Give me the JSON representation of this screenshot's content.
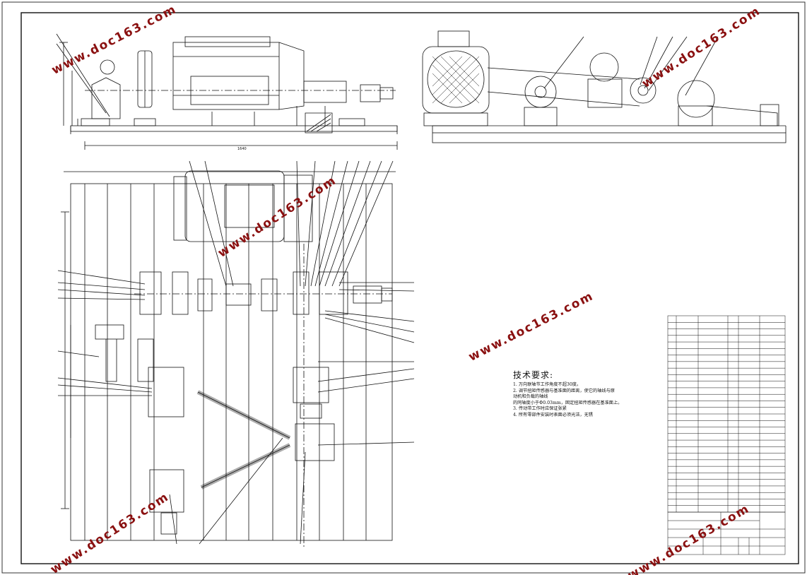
{
  "drawing": {
    "technical_requirements": {
      "title": "技术要求:",
      "lines": [
        "1. 万向联轴节工作角度不超30度。",
        "2. 调节扭矩传感器与基准面的距离，使它的轴线与原",
        "动机和负载的轴线",
        "的同轴度小于Φ0.03mm，固定扭矩传感器在基准面上。",
        "3. 传动带工作时应保证张紧",
        "4. 所有零部件安装时表面必须光洁，无锈"
      ]
    },
    "watermark": {
      "text": "www.doc163.com",
      "color": "#8a1010"
    },
    "overall_dimension": "1640"
  }
}
